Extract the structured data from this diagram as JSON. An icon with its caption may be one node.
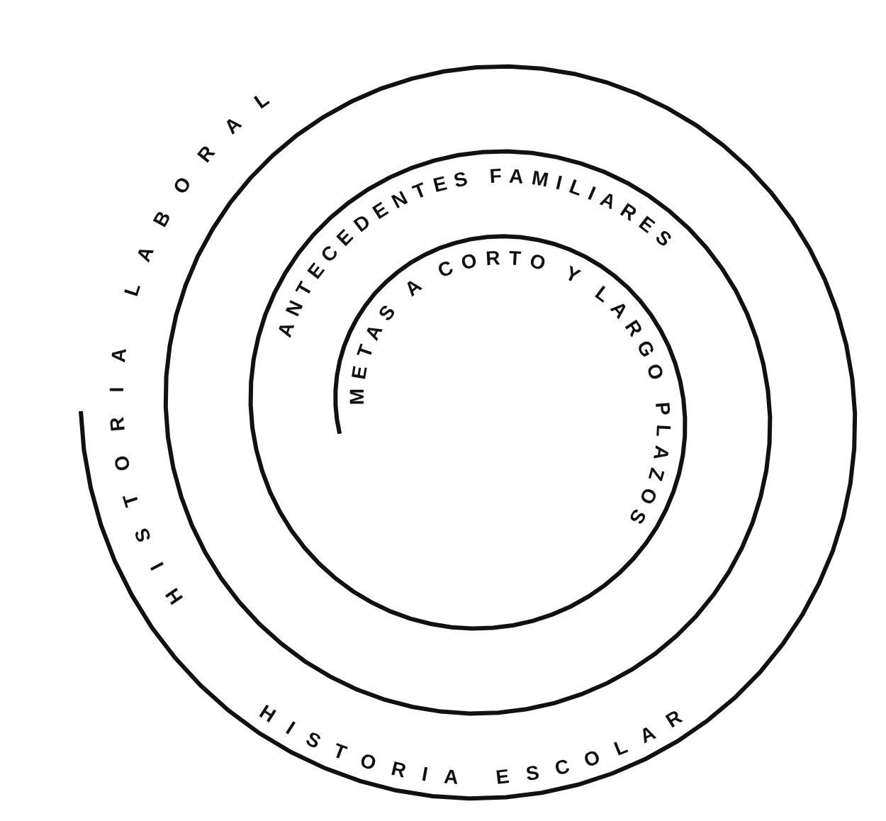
{
  "diagram": {
    "labels": [
      "ANTECEDENTES FAMILIARES",
      "METAS A CORTO Y LARGO PLAZOS",
      "HISTORIA LABORAL",
      "HISTORIA ESCOLAR"
    ]
  }
}
